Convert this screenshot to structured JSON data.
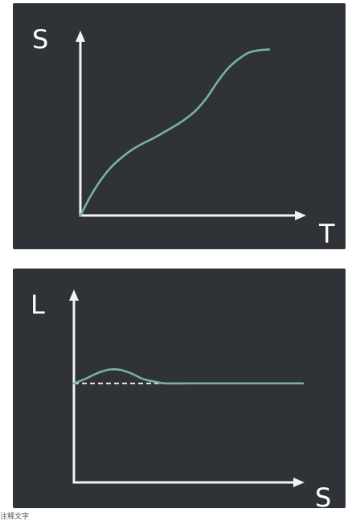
{
  "chart_data": [
    {
      "type": "line",
      "title": "",
      "xlabel": "T",
      "ylabel": "S",
      "grid": false,
      "xlim": [
        0,
        10
      ],
      "ylim": [
        0,
        10
      ],
      "series": [
        {
          "x": [
            0,
            0.5,
            1,
            1.5,
            2,
            2.5,
            3,
            3.5,
            4,
            4.5,
            5,
            5.5,
            6,
            6.5,
            7,
            7.5,
            8,
            8.5,
            9
          ],
          "y": [
            0,
            1.15,
            2.1,
            2.85,
            3.4,
            3.85,
            4.2,
            4.5,
            4.85,
            5.2,
            5.6,
            6.1,
            6.8,
            7.7,
            8.5,
            9.05,
            9.45,
            9.6,
            9.65
          ]
        }
      ],
      "colors": {
        "background": "#2f3338",
        "axes": "#f2f2f2",
        "curve": "#79b0a6"
      }
    },
    {
      "type": "line",
      "title": "",
      "xlabel": "S",
      "ylabel": "L",
      "grid": false,
      "xlim": [
        0,
        10
      ],
      "ylim": [
        0,
        10
      ],
      "series": [
        {
          "x": [
            0,
            0.5,
            1,
            1.5,
            2,
            2.5,
            3,
            3.5,
            4,
            5,
            6,
            7,
            8,
            9,
            10
          ],
          "y": [
            5.45,
            5.7,
            6.0,
            6.2,
            6.2,
            6.0,
            5.7,
            5.55,
            5.45,
            5.45,
            5.45,
            5.45,
            5.45,
            5.45,
            5.45
          ]
        }
      ],
      "reference_line": {
        "y": 5.45,
        "style": "dashed"
      },
      "colors": {
        "background": "#2f3338",
        "axes": "#f2f2f2",
        "curve": "#79b0a6",
        "reference": "#e7e7e7"
      }
    }
  ],
  "footer": {
    "caption": "注释文字"
  }
}
